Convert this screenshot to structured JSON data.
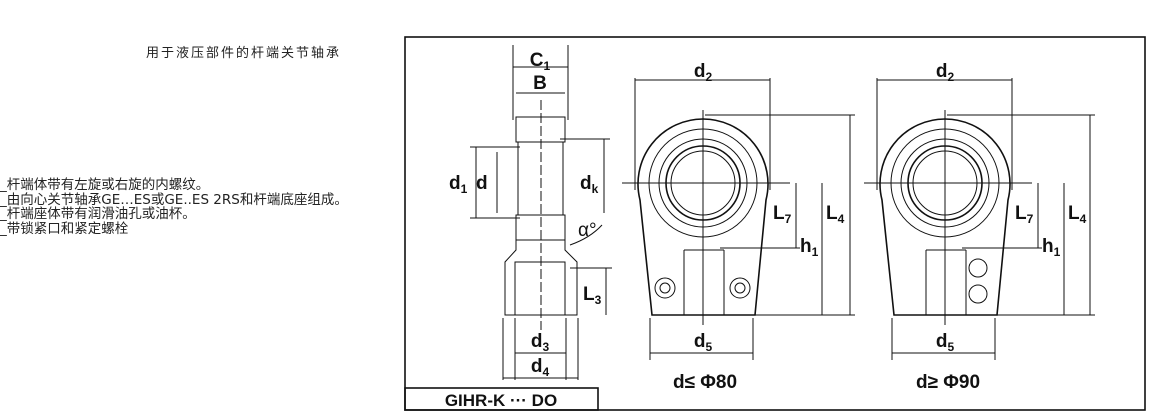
{
  "title": "用于液压部件的杆端关节轴承",
  "notes": [
    "_杆端体带有左旋或右旋的内螺纹。",
    "_由向心关节轴承GE…ES或GE..ES 2RS和杆端底座组成。",
    "_杆端座体带有润滑油孔或油杯。",
    "_带锁紧口和紧定螺栓"
  ],
  "drawing": {
    "model_label": "GIHR-K ··· DO",
    "dims": {
      "C": "C",
      "C_sub": "1",
      "B": "B",
      "d": "d",
      "d1": "d",
      "d1_sub": "1",
      "dk": "d",
      "dk_sub": "k",
      "alpha": "α°",
      "L3": "L",
      "L3_sub": "3",
      "d3": "d",
      "d3_sub": "3",
      "d4": "d",
      "d4_sub": "4",
      "d2": "d",
      "d2_sub": "2",
      "d5": "d",
      "d5_sub": "5",
      "L7": "L",
      "L7_sub": "7",
      "h1": "h",
      "h1_sub": "1",
      "L4": "L",
      "L4_sub": "4"
    },
    "captions": [
      "d≤ Φ80",
      "d≥ Φ90"
    ]
  }
}
